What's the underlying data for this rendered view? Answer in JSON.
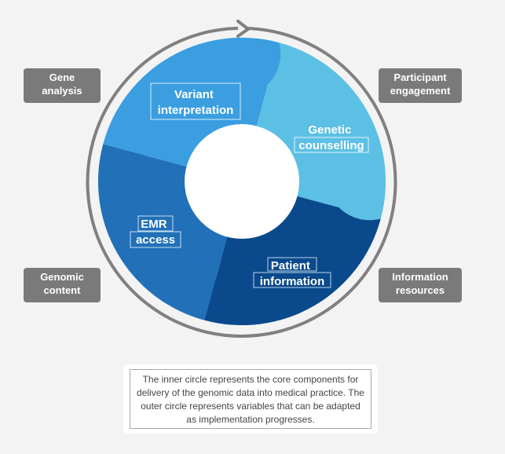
{
  "segments": [
    {
      "id": "variant",
      "lines": [
        "Variant",
        "interpretation"
      ],
      "color": "#3a9ee0"
    },
    {
      "id": "genetic",
      "lines": [
        "Genetic",
        "counselling"
      ],
      "color": "#5cc0e4"
    },
    {
      "id": "patient",
      "lines": [
        "Patient",
        "information"
      ],
      "color": "#0a4a8c"
    },
    {
      "id": "emr",
      "lines": [
        "EMR",
        "access"
      ],
      "color": "#2170b8"
    }
  ],
  "outer": {
    "gene_analysis": [
      "Gene",
      "analysis"
    ],
    "participant_engagement": [
      "Participant",
      "engagement"
    ],
    "genomic_content": [
      "Genomic",
      "content"
    ],
    "information_resources": [
      "Information",
      "resources"
    ]
  },
  "caption": "The inner circle represents the core components for delivery of the genomic data into medical practice. The outer circle represents variables that can be adapted as implementation progresses."
}
